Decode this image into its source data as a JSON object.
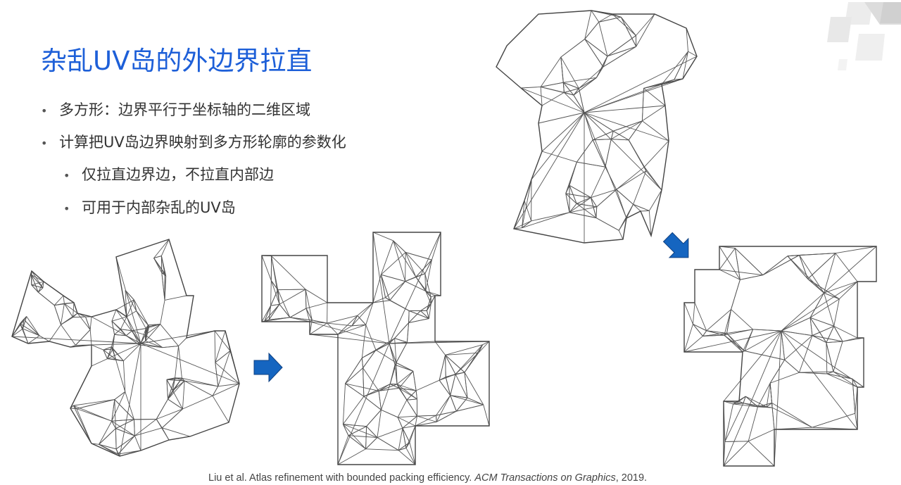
{
  "slide": {
    "title": "杂乱UV岛的外边界拉直",
    "bullets": [
      {
        "text": "多方形：边界平行于坐标轴的二维区域",
        "level": 1
      },
      {
        "text": "计算把UV岛边界映射到多方形轮廓的参数化",
        "level": 1
      },
      {
        "text": "仅拉直边界边，不拉直内部边",
        "level": 2
      },
      {
        "text": "可用于内部杂乱的UV岛",
        "level": 2
      }
    ],
    "bullet_symbol": "•",
    "citation": {
      "authors": "Liu et al. Atlas refinement with bounded packing efficiency. ",
      "venue": "ACM Transactions on Graphics",
      "year": ", 2019."
    }
  },
  "colors": {
    "title": "#1d5fd8",
    "arrow": "#1565c0",
    "mesh": "#555555"
  },
  "figures": [
    {
      "name": "messy-uv-island-1",
      "kind": "input"
    },
    {
      "name": "polysquare-island-1",
      "kind": "output"
    },
    {
      "name": "messy-uv-island-2",
      "kind": "input"
    },
    {
      "name": "polysquare-island-2",
      "kind": "output"
    }
  ]
}
